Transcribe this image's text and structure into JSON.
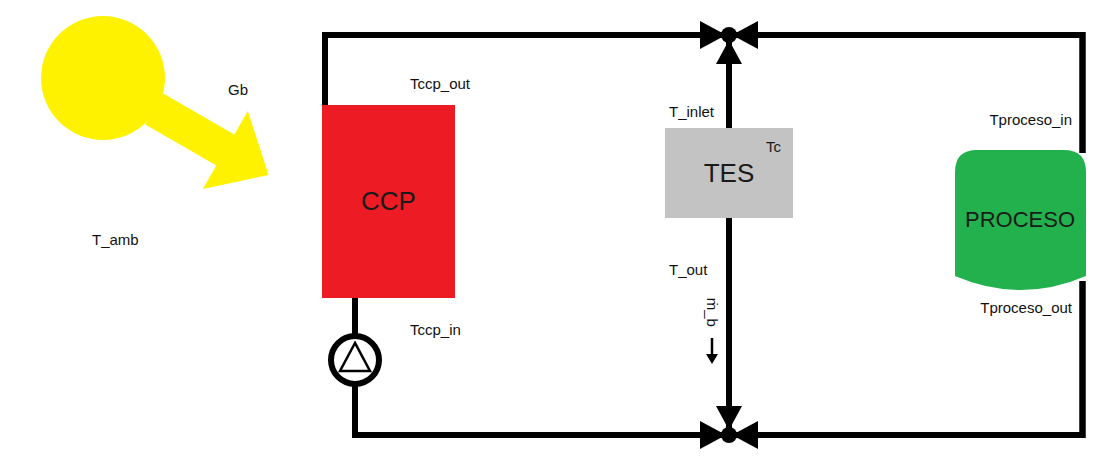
{
  "diagram": {
    "nodes": [
      {
        "text": [
          "CCP"
        ]
      },
      {
        "text": [
          "TES",
          "Tc"
        ]
      },
      {
        "text": [
          "PROCESO"
        ]
      }
    ],
    "edges": [
      {
        "from": 0,
        "to": 2,
        "arrow": "none"
      },
      {
        "from": 1,
        "to": 2,
        "arrow": "none"
      },
      {
        "from": 2,
        "to": 0,
        "arrow": "none"
      },
      {
        "from": 2,
        "to": 1,
        "arrow": "none"
      }
    ],
    "labels": [
      "Gb",
      "T_amb",
      "Tccp_out",
      "Tccp_in",
      "T_inlet",
      "T_out",
      "ṁ_b",
      "Tproceso_in",
      "Tproceso_out"
    ]
  }
}
